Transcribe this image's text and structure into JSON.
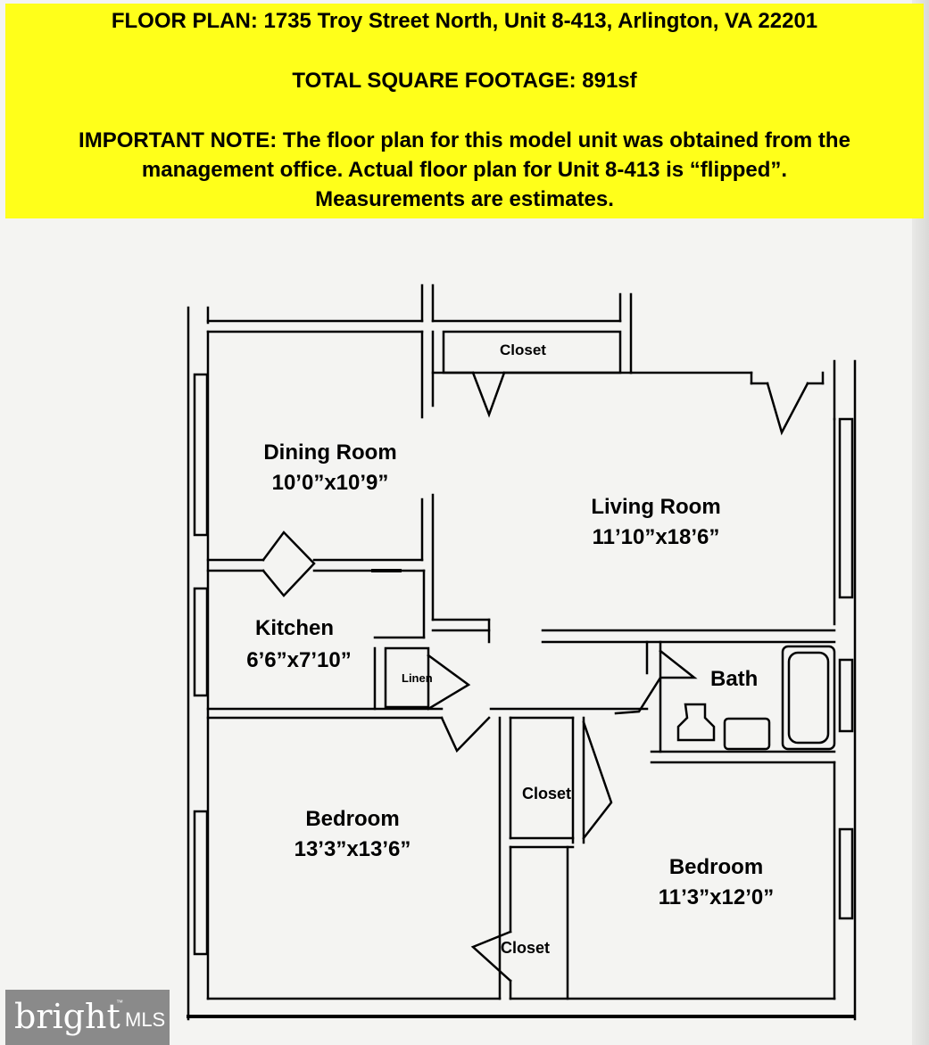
{
  "header": {
    "title": "FLOOR PLAN:  1735 Troy Street North, Unit 8-413, Arlington, VA 22201",
    "square_footage": "TOTAL SQUARE FOOTAGE:  891sf",
    "note_line1": "IMPORTANT NOTE:  The floor plan for this model unit was obtained from the",
    "note_line2": "management office.  Actual floor plan for Unit 8-413 is “flipped”.",
    "note_line3": "Measurements are estimates."
  },
  "rooms": {
    "closet_top": "Closet",
    "dining_name": "Dining Room",
    "dining_size": "10’0”x10’9”",
    "living_name": "Living Room",
    "living_size": "11’10”x18’6”",
    "kitchen_name": "Kitchen",
    "kitchen_size": "6’6”x7’10”",
    "linen": "Linen",
    "bath": "Bath",
    "closet_mid": "Closet",
    "bedroom1_name": "Bedroom",
    "bedroom1_size": "13’3”x13’6”",
    "bedroom2_name": "Bedroom",
    "bedroom2_size": "11’3”x12’0”",
    "closet_bottom": "Closet"
  },
  "logo": {
    "word": "bright",
    "tm": "™",
    "mls": "MLS"
  },
  "colors": {
    "header_bg": "#ffff1a",
    "logo_bg": "#8a8a8a"
  }
}
